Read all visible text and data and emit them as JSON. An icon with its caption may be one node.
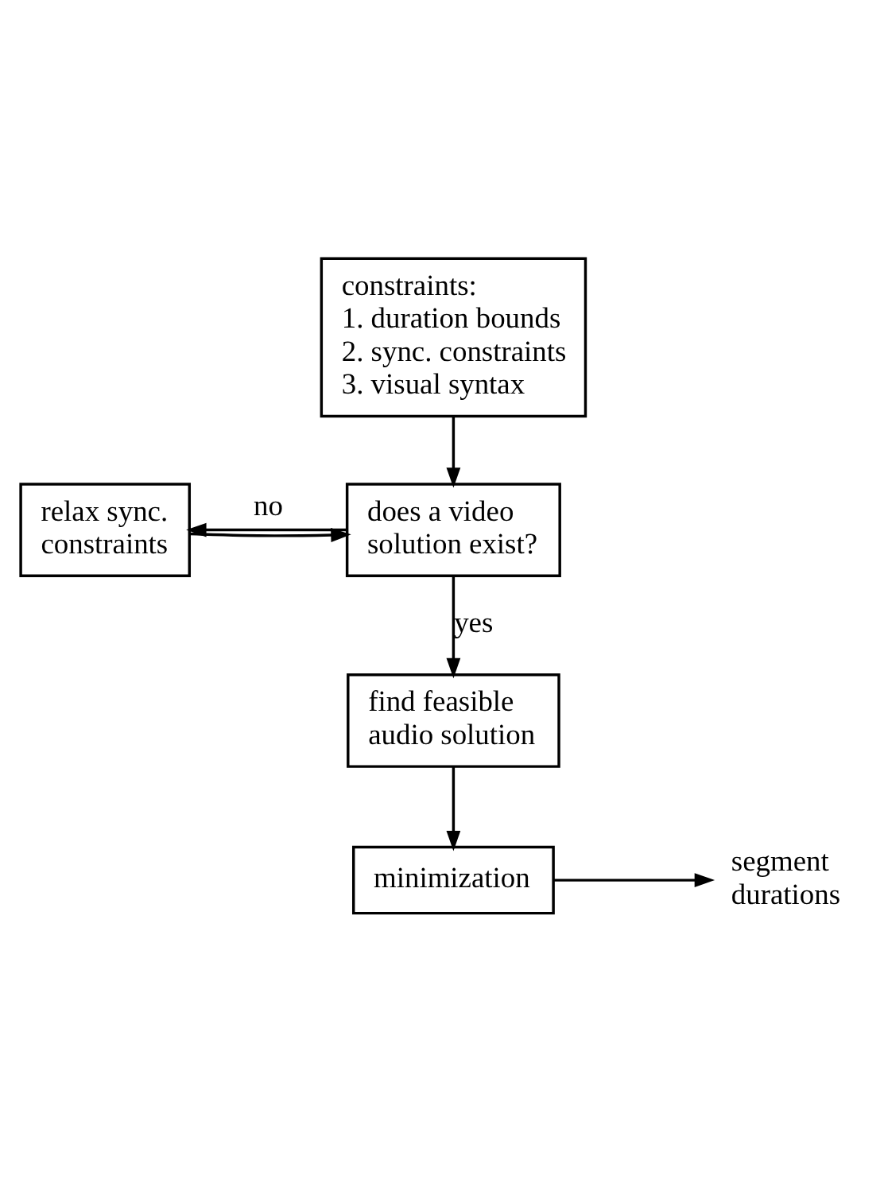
{
  "diagram": {
    "nodes": [
      {
        "text": [
          "constraints:",
          "1. duration bounds",
          "2. sync. constraints",
          "3. visual syntax"
        ]
      },
      {
        "text": [
          "does a video solution exist?"
        ]
      },
      {
        "text": [
          "relax sync. constraints"
        ]
      },
      {
        "text": [
          "find feasible audio solution"
        ]
      },
      {
        "text": [
          "minimization"
        ]
      },
      {
        "text": [
          "segment durations"
        ]
      }
    ],
    "edges": [
      {
        "from": 0,
        "to": 1,
        "arrow": "to"
      },
      {
        "from": 2,
        "to": 1,
        "arrow": "to"
      },
      {
        "from": 1,
        "to": 2,
        "arrow": "to",
        "label": "no"
      },
      {
        "from": 1,
        "to": 3,
        "arrow": "to",
        "label": "yes"
      },
      {
        "from": 3,
        "to": 4,
        "arrow": "to"
      },
      {
        "from": 4,
        "to": 5,
        "arrow": "to"
      }
    ]
  }
}
